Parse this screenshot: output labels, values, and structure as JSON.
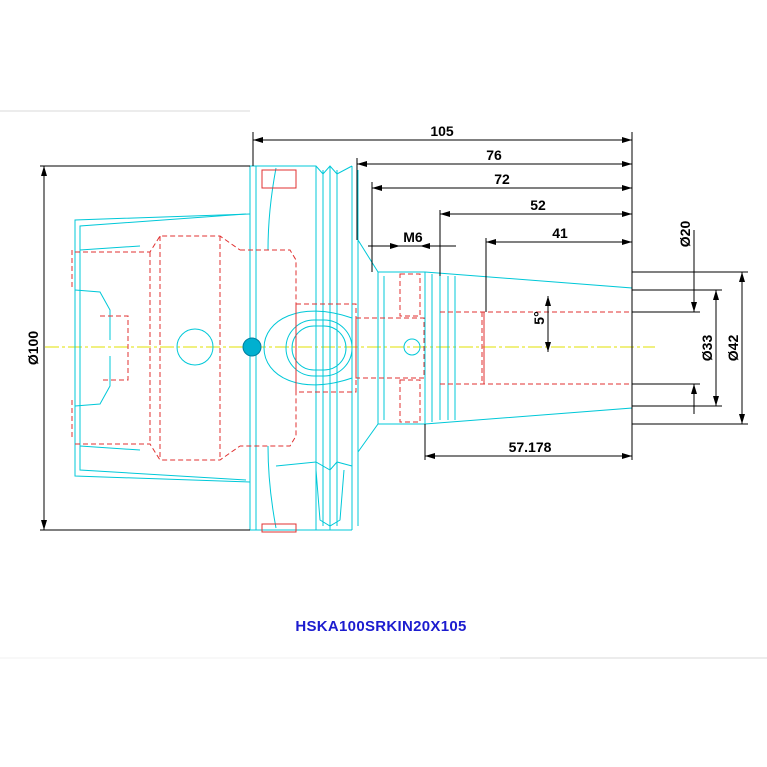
{
  "drawing": {
    "part_number": "HSKA100SRKIN20X105",
    "dimensions": {
      "overall_length": "105",
      "length_76": "76",
      "length_72": "72",
      "length_52": "52",
      "length_41": "41",
      "thread": "M6",
      "taper_angle": "5°",
      "bottom_length": "57.178",
      "dia_flange": "Ø100",
      "dia_bore": "Ø20",
      "dia_nose": "Ø33",
      "dia_body": "Ø42"
    },
    "colors": {
      "outline": "#00c8d8",
      "hidden": "#e03030",
      "dimension": "#000000",
      "centerline": "#e0e000",
      "title": "#1c1ccf"
    }
  }
}
